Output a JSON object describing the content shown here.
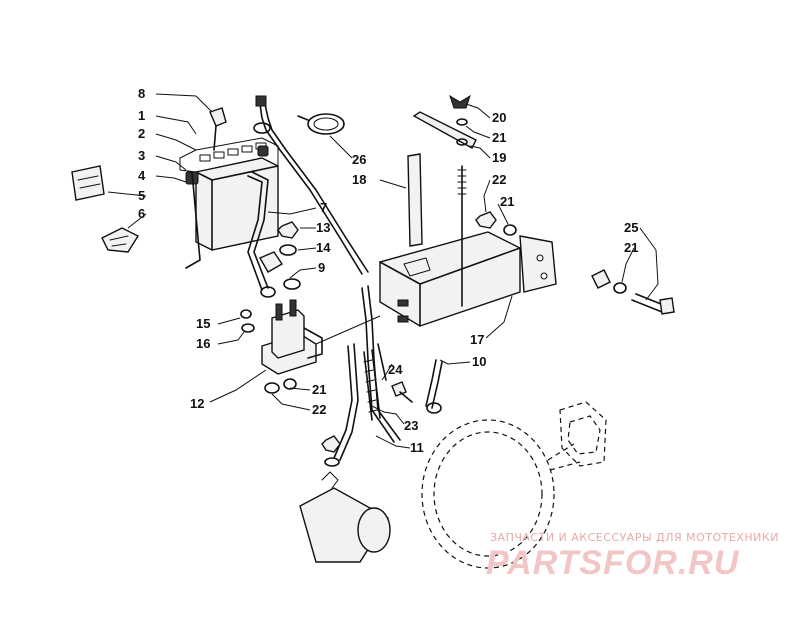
{
  "diagram": {
    "part_numbers": [
      "1",
      "2",
      "3",
      "4",
      "5",
      "6",
      "7",
      "8",
      "9",
      "10",
      "11",
      "12",
      "13",
      "14",
      "15",
      "16",
      "17",
      "18",
      "19",
      "20",
      "21",
      "22",
      "23",
      "24",
      "25",
      "26"
    ],
    "labels": {
      "p8": "8",
      "p1": "1",
      "p2": "2",
      "p3": "3",
      "p4": "4",
      "p5": "5",
      "p6": "6",
      "p7": "7",
      "p13": "13",
      "p14": "14",
      "p9": "9",
      "p15": "15",
      "p16": "16",
      "p12": "12",
      "p21a": "21",
      "p22a": "22",
      "p26": "26",
      "p18": "18",
      "p20": "20",
      "p21b": "21",
      "p19": "19",
      "p22b": "22",
      "p21c": "21",
      "p25": "25",
      "p21d": "21",
      "p17": "17",
      "p10": "10",
      "p24": "24",
      "p23": "23",
      "p11": "11"
    }
  },
  "watermark": {
    "caption": "ЗАПЧАСТИ И АКСЕССУАРЫ ДЛЯ МОТОТЕХНИКИ",
    "logo": "PARTSFOR.RU"
  }
}
